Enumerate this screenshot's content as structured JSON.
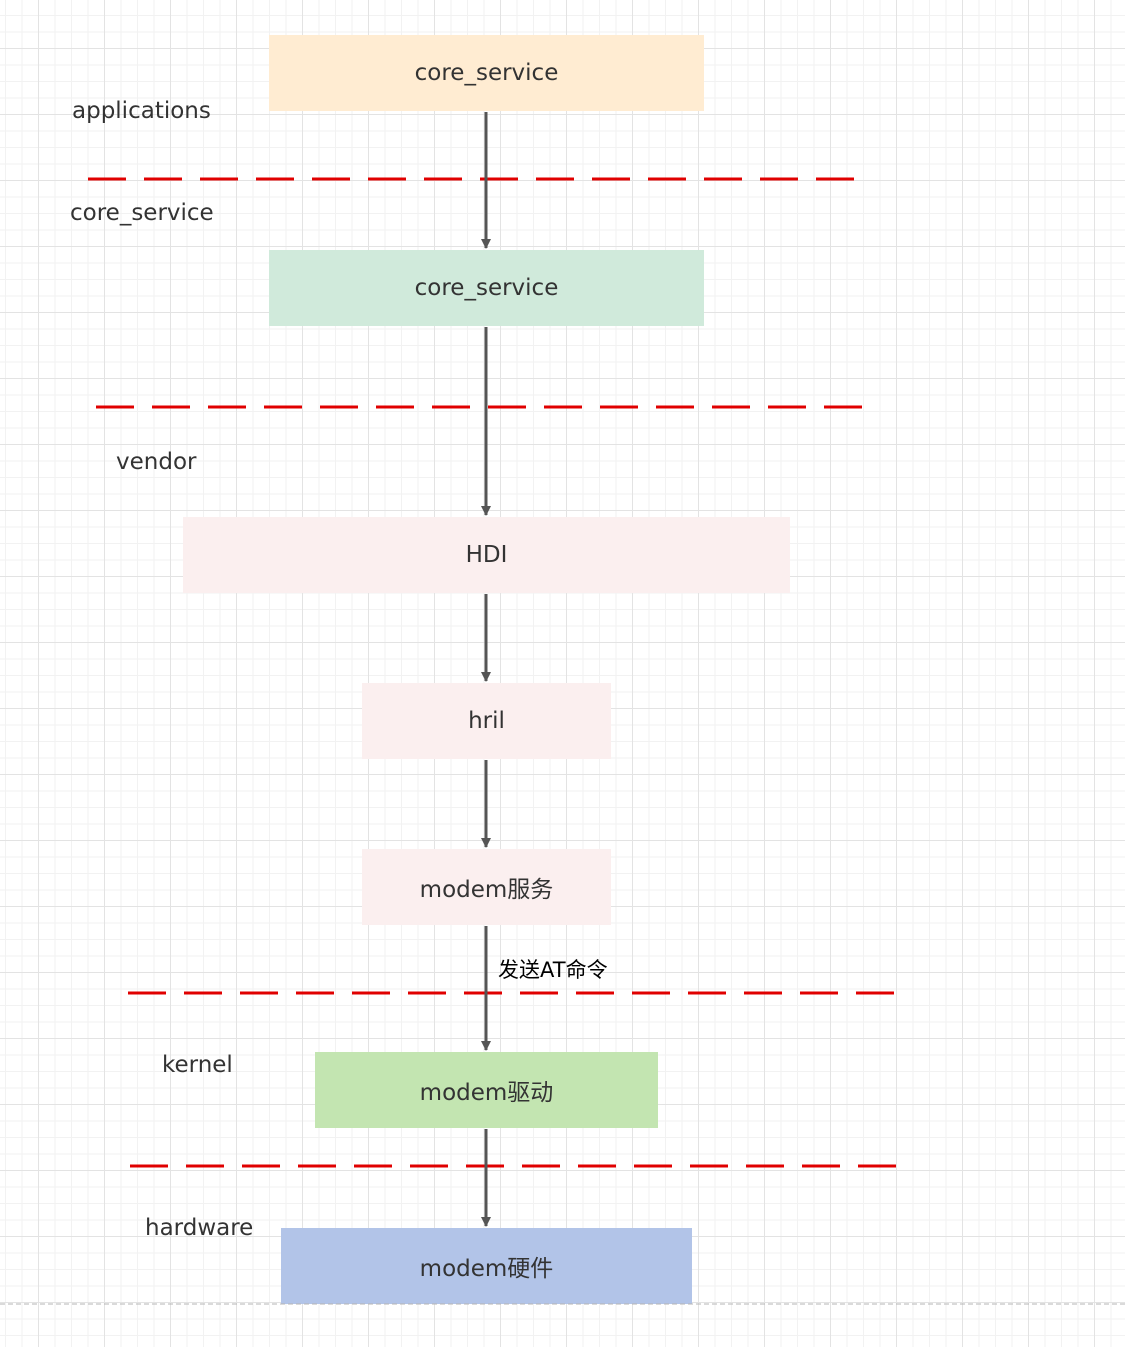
{
  "layers": {
    "applications": "applications",
    "core_service": "core_service",
    "vendor": "vendor",
    "kernel": "kernel",
    "hardware": "hardware"
  },
  "nodes": {
    "app_core_service": {
      "label": "core_service",
      "color": "#ffecd2"
    },
    "core_service": {
      "label": "core_service",
      "color": "#d0eadb"
    },
    "hdi": {
      "label": "HDI",
      "color": "#fbefef"
    },
    "hril": {
      "label": "hril",
      "color": "#fbefef"
    },
    "modem_service": {
      "label": "modem服务",
      "color": "#fbefef"
    },
    "modem_driver": {
      "label": "modem驱动",
      "color": "#c3e5b1"
    },
    "modem_hardware": {
      "label": "modem硬件",
      "color": "#b2c4e8"
    }
  },
  "edges": {
    "at_command_label": "发送AT命令"
  },
  "colors": {
    "divider": "#e00000",
    "arrow": "#555555"
  }
}
